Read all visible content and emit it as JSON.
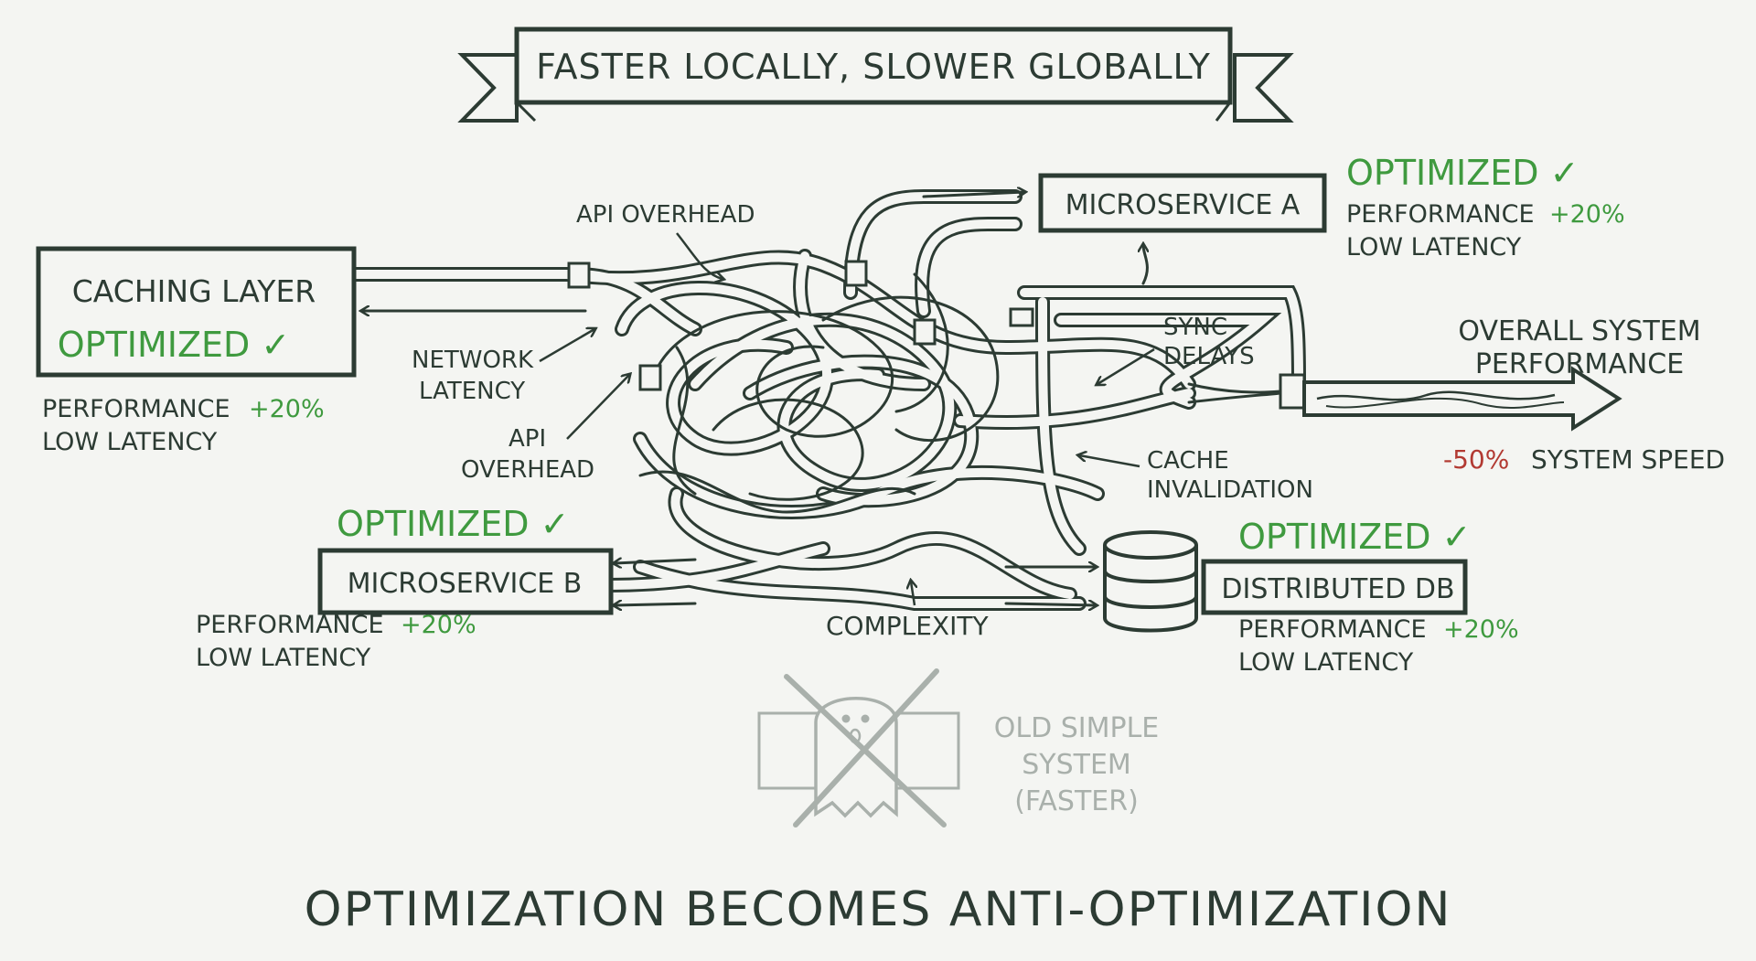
{
  "banner": {
    "title": "FASTER LOCALLY, SLOWER GLOBALLY"
  },
  "caching": {
    "label": "CACHING LAYER",
    "optimized": "OPTIMIZED ✓",
    "perf_label": "PERFORMANCE",
    "perf_value": "+20%",
    "latency": "LOW LATENCY"
  },
  "microservice_a": {
    "label": "MICROSERVICE A",
    "optimized": "OPTIMIZED ✓",
    "perf_label": "PERFORMANCE",
    "perf_value": "+20%",
    "latency": "LOW LATENCY"
  },
  "microservice_b": {
    "label": "MICROSERVICE B",
    "optimized": "OPTIMIZED ✓",
    "perf_label": "PERFORMANCE",
    "perf_value": "+20%",
    "latency": "LOW LATENCY"
  },
  "distributed_db": {
    "label": "DISTRIBUTED DB",
    "optimized": "OPTIMIZED ✓",
    "perf_label": "PERFORMANCE",
    "perf_value": "+20%",
    "latency": "LOW LATENCY"
  },
  "annotations": {
    "api_overhead_top": "API OVERHEAD",
    "network_latency_1": "NETWORK",
    "network_latency_2": "LATENCY",
    "api_overhead_left_1": "API",
    "api_overhead_left_2": "OVERHEAD",
    "sync_delays_1": "SYNC",
    "sync_delays_2": "DELAYS",
    "cache_invalidation_1": "CACHE",
    "cache_invalidation_2": "INVALIDATION",
    "complexity": "COMPLEXITY"
  },
  "overall": {
    "label_1": "OVERALL SYSTEM",
    "label_2": "PERFORMANCE",
    "delta": "-50%",
    "delta_label": "SYSTEM SPEED"
  },
  "old_system": {
    "line_1": "OLD SIMPLE",
    "line_2": "SYSTEM",
    "line_3": "(FASTER)"
  },
  "footer": {
    "title": "OPTIMIZATION BECOMES ANTI-OPTIMIZATION"
  },
  "colors": {
    "ink": "#2c3b33",
    "green": "#3f9a3f",
    "red": "#b23a32",
    "faded": "#a9b0ab",
    "background": "#f4f5f2"
  }
}
